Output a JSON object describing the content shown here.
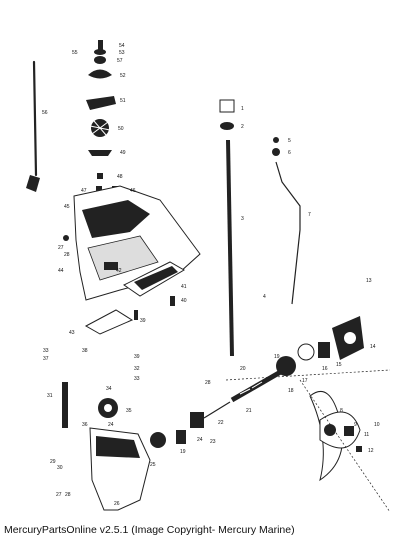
{
  "caption": "MercuryPartsOnline v2.5.1 (Image Copyright- Mercury Marine)",
  "callouts": {
    "c1": "1",
    "c2": "2",
    "c3": "3",
    "c4": "4",
    "c5": "5",
    "c6": "6",
    "c7": "7",
    "c8": "8",
    "c9": "9",
    "c10": "10",
    "c11": "11",
    "c12": "12",
    "c13": "13",
    "c14": "14",
    "c15": "15",
    "c16": "16",
    "c17": "17",
    "c18": "18",
    "c19": "19",
    "c20": "20",
    "c21": "21",
    "c22": "22",
    "c23": "23",
    "c24": "24",
    "c25": "25",
    "c26": "26",
    "c27": "27",
    "c28": "28",
    "c29": "29",
    "c30": "30",
    "c31": "31",
    "c32": "32",
    "c33": "33",
    "c34": "34",
    "c35": "35",
    "c36": "36",
    "c37": "37",
    "c38": "38",
    "c39": "39",
    "c40": "40",
    "c41": "41",
    "c42": "42",
    "c43": "43",
    "c44": "44",
    "c45": "45",
    "c46": "46",
    "c47": "47",
    "c48": "48",
    "c49": "49",
    "c50": "50",
    "c51": "51",
    "c52": "52",
    "c53": "53",
    "c54": "54",
    "c55": "55",
    "c56": "56",
    "c57": "57",
    "c27b": "27",
    "c28b": "28",
    "c32b": "32",
    "c33b": "33",
    "c27c": "27"
  }
}
